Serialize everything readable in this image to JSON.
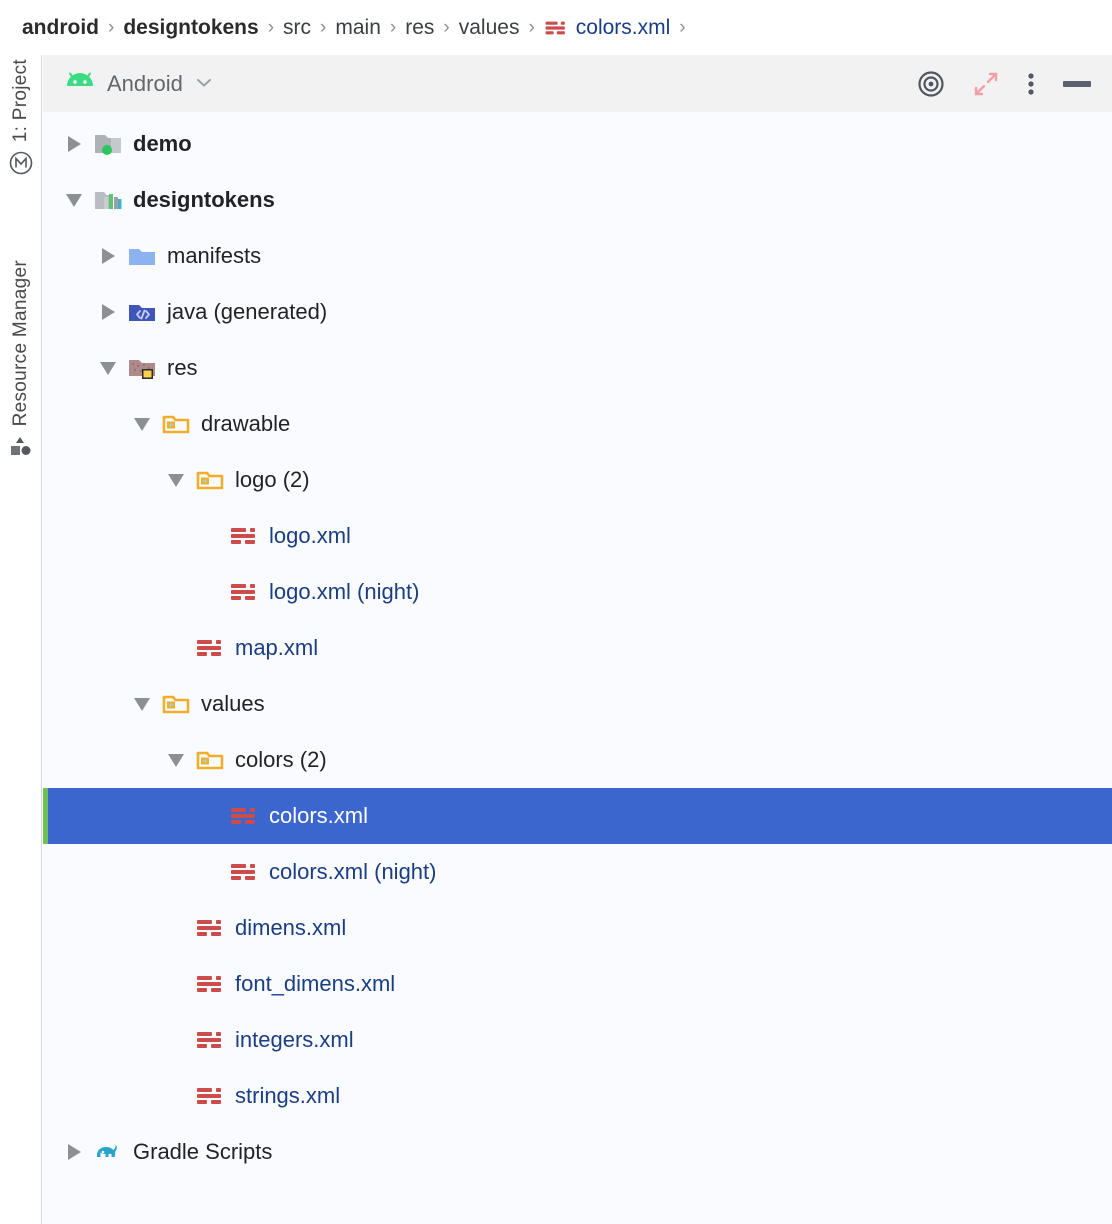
{
  "breadcrumb": {
    "name": "breadcrumb",
    "separator": "›",
    "items": [
      {
        "label": "android",
        "style": "bold",
        "icon": null
      },
      {
        "label": "designtokens",
        "style": "bold",
        "icon": null
      },
      {
        "label": "src",
        "style": "plain",
        "icon": null
      },
      {
        "label": "main",
        "style": "plain",
        "icon": null
      },
      {
        "label": "res",
        "style": "plain",
        "icon": null
      },
      {
        "label": "values",
        "style": "plain",
        "icon": null
      },
      {
        "label": "colors.xml",
        "style": "link",
        "icon": "xml-file-icon"
      }
    ],
    "trailing_separator": "›"
  },
  "left_strip": {
    "tabs": [
      {
        "label": "1: Project",
        "icon": "project-module-icon",
        "active": true
      },
      {
        "label": "Resource Manager",
        "icon": "resource-shapes-icon",
        "active": false
      }
    ]
  },
  "panel_header": {
    "view_label": "Android",
    "view_icon": "android-head-icon",
    "dropdown_icon": "chevron-down-icon",
    "actions": [
      {
        "name": "select-opened-file-icon",
        "title": "Select Opened File"
      },
      {
        "name": "collapse-all-icon",
        "title": "Collapse All"
      },
      {
        "name": "options-menu-icon",
        "title": "Options"
      },
      {
        "name": "hide-panel-icon",
        "title": "Hide"
      }
    ]
  },
  "colors": {
    "selection_bg": "#3a66ce",
    "selection_marker": "#6ec05a",
    "xml_icon_red": "#cc4b4b",
    "xml_label_blue": "#1a3e84",
    "folder_yellow": "#f2ad2b",
    "manifests_blue": "#8cb2f0",
    "java_folder_blue": "#4055b8",
    "res_folder": "#b08a8a",
    "gradle_teal": "#29a5cc",
    "android_green": "#3ddc84",
    "panel_bg": "#fafbff",
    "header_bg": "#f2f2f2"
  },
  "tree": {
    "name": "project-tree",
    "rows": [
      {
        "label": "demo",
        "indent": 0,
        "arrow": "right",
        "icon": "module-folder-green-dot-icon",
        "bold": true,
        "kind": "module",
        "selected": false
      },
      {
        "label": "designtokens",
        "indent": 0,
        "arrow": "down",
        "icon": "module-library-icon",
        "bold": true,
        "kind": "module",
        "selected": false
      },
      {
        "label": "manifests",
        "indent": 1,
        "arrow": "right",
        "icon": "manifests-folder-icon",
        "bold": false,
        "kind": "folder",
        "selected": false
      },
      {
        "label": "java (generated)",
        "indent": 1,
        "arrow": "right",
        "icon": "java-generated-folder-icon",
        "bold": false,
        "kind": "folder",
        "selected": false
      },
      {
        "label": "res",
        "indent": 1,
        "arrow": "down",
        "icon": "res-folder-icon",
        "bold": false,
        "kind": "folder",
        "selected": false
      },
      {
        "label": "drawable",
        "indent": 2,
        "arrow": "down",
        "icon": "resource-folder-icon",
        "bold": false,
        "kind": "folder",
        "selected": false
      },
      {
        "label": "logo (2)",
        "indent": 3,
        "arrow": "down",
        "icon": "resource-folder-icon",
        "bold": false,
        "kind": "folder",
        "selected": false
      },
      {
        "label": "logo.xml",
        "indent": 4,
        "arrow": "none",
        "icon": "xml-file-icon",
        "bold": false,
        "kind": "xml",
        "selected": false
      },
      {
        "label": "logo.xml (night)",
        "indent": 4,
        "arrow": "none",
        "icon": "xml-file-icon",
        "bold": false,
        "kind": "xml",
        "selected": false
      },
      {
        "label": "map.xml",
        "indent": 3,
        "arrow": "none",
        "icon": "xml-file-icon",
        "bold": false,
        "kind": "xml",
        "selected": false
      },
      {
        "label": "values",
        "indent": 2,
        "arrow": "down",
        "icon": "resource-folder-icon",
        "bold": false,
        "kind": "folder",
        "selected": false
      },
      {
        "label": "colors (2)",
        "indent": 3,
        "arrow": "down",
        "icon": "resource-folder-icon",
        "bold": false,
        "kind": "folder",
        "selected": false
      },
      {
        "label": "colors.xml",
        "indent": 4,
        "arrow": "none",
        "icon": "xml-file-icon",
        "bold": false,
        "kind": "xml",
        "selected": true
      },
      {
        "label": "colors.xml (night)",
        "indent": 4,
        "arrow": "none",
        "icon": "xml-file-icon",
        "bold": false,
        "kind": "xml",
        "selected": false
      },
      {
        "label": "dimens.xml",
        "indent": 3,
        "arrow": "none",
        "icon": "xml-file-icon",
        "bold": false,
        "kind": "xml",
        "selected": false
      },
      {
        "label": "font_dimens.xml",
        "indent": 3,
        "arrow": "none",
        "icon": "xml-file-icon",
        "bold": false,
        "kind": "xml",
        "selected": false
      },
      {
        "label": "integers.xml",
        "indent": 3,
        "arrow": "none",
        "icon": "xml-file-icon",
        "bold": false,
        "kind": "xml",
        "selected": false
      },
      {
        "label": "strings.xml",
        "indent": 3,
        "arrow": "none",
        "icon": "xml-file-icon",
        "bold": false,
        "kind": "xml",
        "selected": false
      },
      {
        "label": "Gradle Scripts",
        "indent": 0,
        "arrow": "right",
        "icon": "gradle-elephant-icon",
        "bold": false,
        "kind": "gradle",
        "selected": false
      }
    ]
  }
}
